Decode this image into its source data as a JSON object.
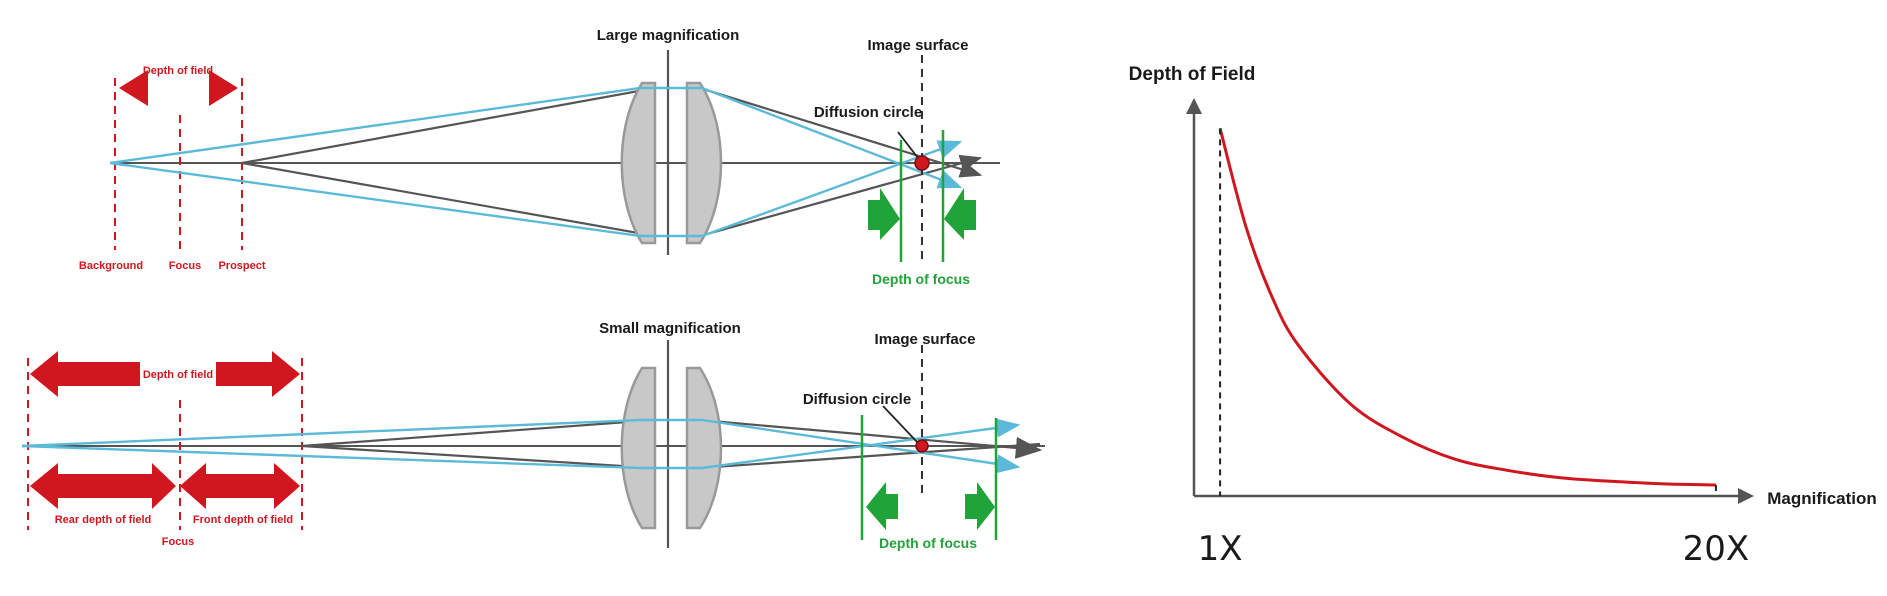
{
  "top_diagram": {
    "title": "Large magnification",
    "image_surface": "Image surface",
    "diffusion_circle": "Diffusion circle",
    "depth_of_field": "Depth of field",
    "background": "Background",
    "focus": "Focus",
    "prospect": "Prospect",
    "depth_of_focus": "Depth of focus"
  },
  "bottom_diagram": {
    "title": "Small magnification",
    "image_surface": "Image surface",
    "diffusion_circle": "Diffusion circle",
    "depth_of_field": "Depth of field",
    "rear_depth_of_field": "Rear depth of field",
    "front_depth_of_field": "Front depth of field",
    "focus": "Focus",
    "depth_of_focus": "Depth of focus"
  },
  "colors": {
    "red": "#d0161f",
    "green": "#20a339",
    "ray_blue": "#5bbad8",
    "ray_gray": "#555555",
    "lens_fill": "#c8c8c8"
  },
  "chart_data": {
    "type": "line",
    "ylabel": "Depth of Field",
    "xlabel": "Magnification",
    "x_ticks": [
      "1X",
      "20X"
    ],
    "series": [
      {
        "x": [
          1,
          2,
          3,
          4,
          6,
          8,
          10,
          12,
          14,
          16,
          18,
          20
        ],
        "y": [
          100,
          73,
          54,
          41,
          25,
          16,
          10,
          7,
          5,
          4,
          3.3,
          3
        ]
      }
    ],
    "xlim": [
      0,
      21
    ],
    "ylim": [
      0,
      105
    ],
    "grid": false
  }
}
